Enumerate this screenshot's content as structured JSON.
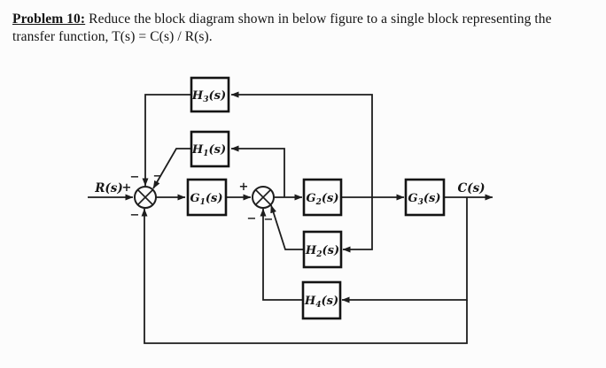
{
  "header": {
    "title": "Problem 10:",
    "line1_rest": " Reduce the block diagram shown in below figure to a single block representing the",
    "line2": "transfer function, T(s) = C(s) / R(s)."
  },
  "diagram": {
    "input_label": "R(s)",
    "output_label": "C(s)",
    "blocks": {
      "h3": {
        "base": "H",
        "sub": "3",
        "suffix": "(s)"
      },
      "h1": {
        "base": "H",
        "sub": "1",
        "suffix": "(s)"
      },
      "g1": {
        "base": "G",
        "sub": "1",
        "suffix": "(s)"
      },
      "g2": {
        "base": "G",
        "sub": "2",
        "suffix": "(s)"
      },
      "g3": {
        "base": "G",
        "sub": "3",
        "suffix": "(s)"
      },
      "h2": {
        "base": "H",
        "sub": "2",
        "suffix": "(s)"
      },
      "h4": {
        "base": "H",
        "sub": "4",
        "suffix": "(s)"
      }
    },
    "signs": {
      "sum1_input": "+",
      "sum1_top_left": "−",
      "sum1_top_right": "−",
      "sum1_bottom": "−",
      "sum2_input": "+",
      "sum2_bottom_left": "−",
      "sum2_bottom_right": "−"
    },
    "colors": {
      "line": "#1d1d1d",
      "paper": "#fcfcfc"
    }
  }
}
